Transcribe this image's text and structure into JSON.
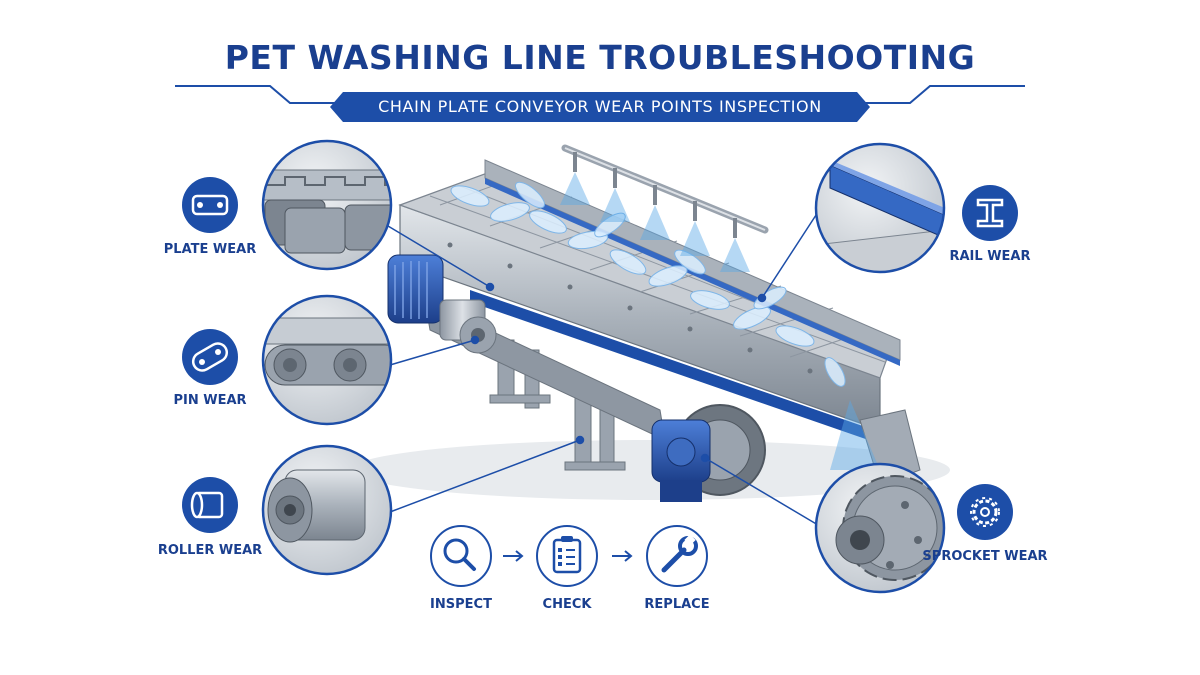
{
  "header": {
    "title": "PET WASHING LINE TROUBLESHOOTING",
    "subtitle": "CHAIN PLATE CONVEYOR WEAR POINTS INSPECTION"
  },
  "wear_points": {
    "plate": {
      "label": "PLATE WEAR",
      "icon": "plate-link-icon"
    },
    "pin": {
      "label": "PIN WEAR",
      "icon": "pin-link-icon"
    },
    "roller": {
      "label": "ROLLER WEAR",
      "icon": "roller-icon"
    },
    "rail": {
      "label": "RAIL WEAR",
      "icon": "i-beam-rail-icon"
    },
    "sprocket": {
      "label": "SPROCKET WEAR",
      "icon": "gear-icon"
    }
  },
  "steps": [
    {
      "label": "INSPECT",
      "icon": "magnifier-icon"
    },
    {
      "label": "CHECK",
      "icon": "checklist-clipboard-icon"
    },
    {
      "label": "REPLACE",
      "icon": "wrench-icon"
    }
  ],
  "colors": {
    "brand_blue": "#1d4ea8",
    "dark_blue": "#1a3f8f",
    "steel": "#9aa3ae",
    "water": "#5aa9e6"
  }
}
